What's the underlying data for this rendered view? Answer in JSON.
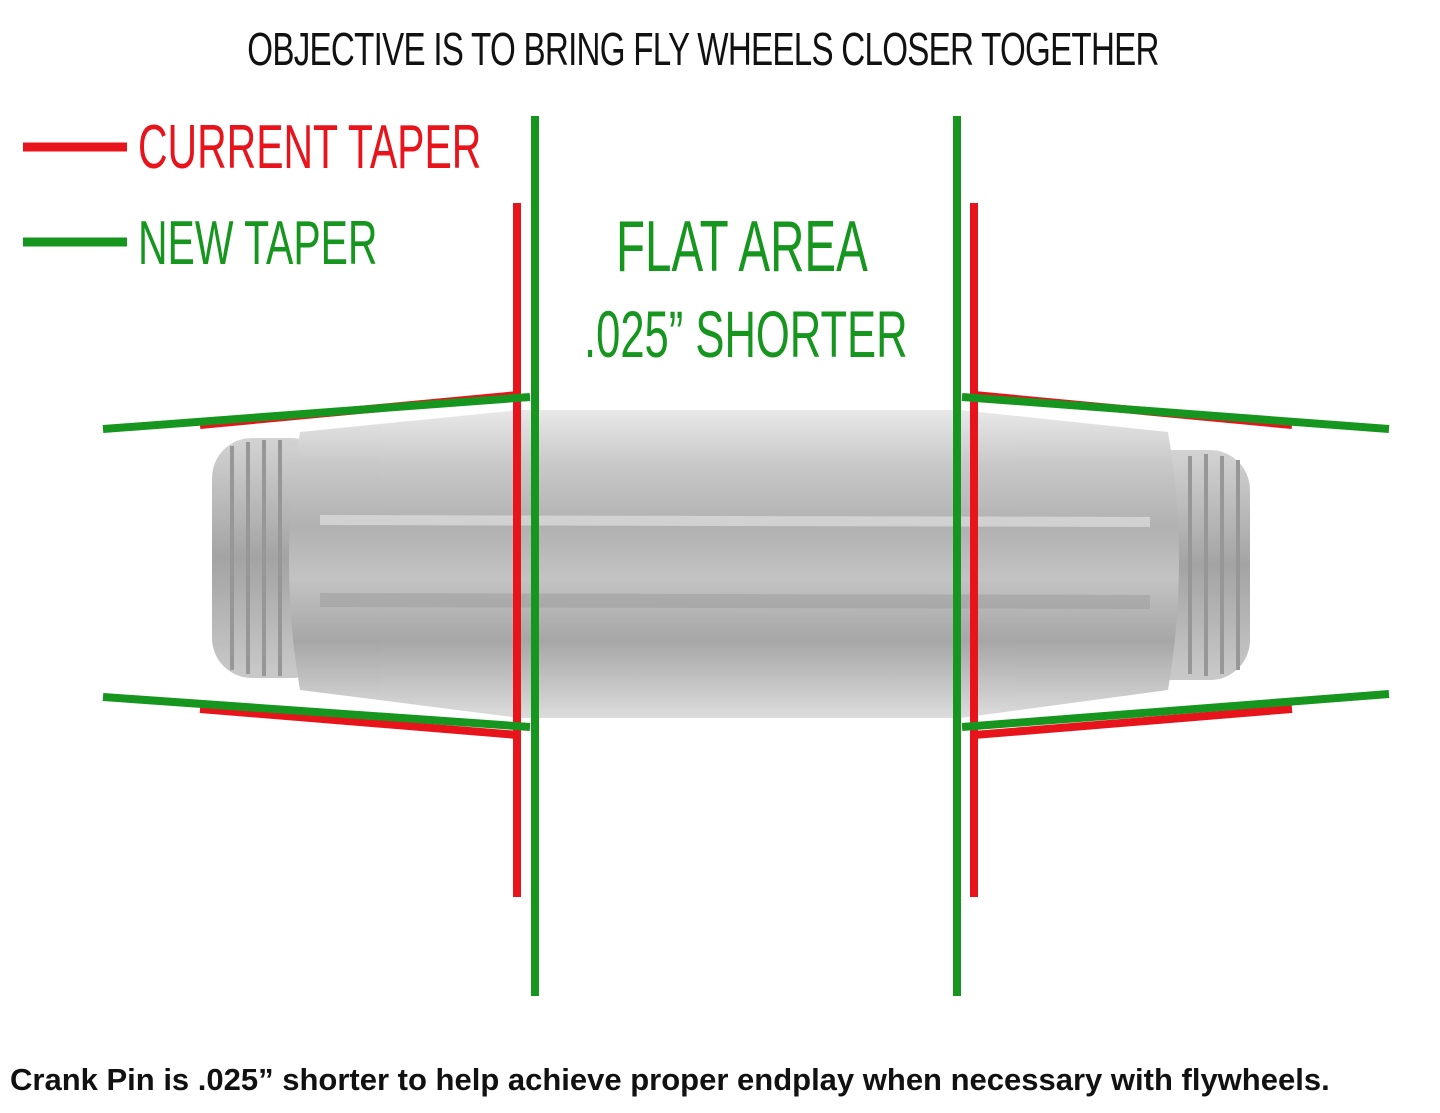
{
  "title": "OBJECTIVE IS TO BRING FLY WHEELS CLOSER TOGETHER",
  "legend": {
    "current_label": "CURRENT TAPER",
    "new_label": "NEW TAPER"
  },
  "flat_area": {
    "title": "FLAT AREA",
    "subtitle": ".025” SHORTER"
  },
  "caption": "Crank Pin is .025” shorter to help achieve proper endplay when necessary with flywheels.",
  "colors": {
    "current_taper": "#e8141c",
    "new_taper": "#17961f",
    "text": "#111111",
    "pin_body": "#b9b9b9"
  }
}
